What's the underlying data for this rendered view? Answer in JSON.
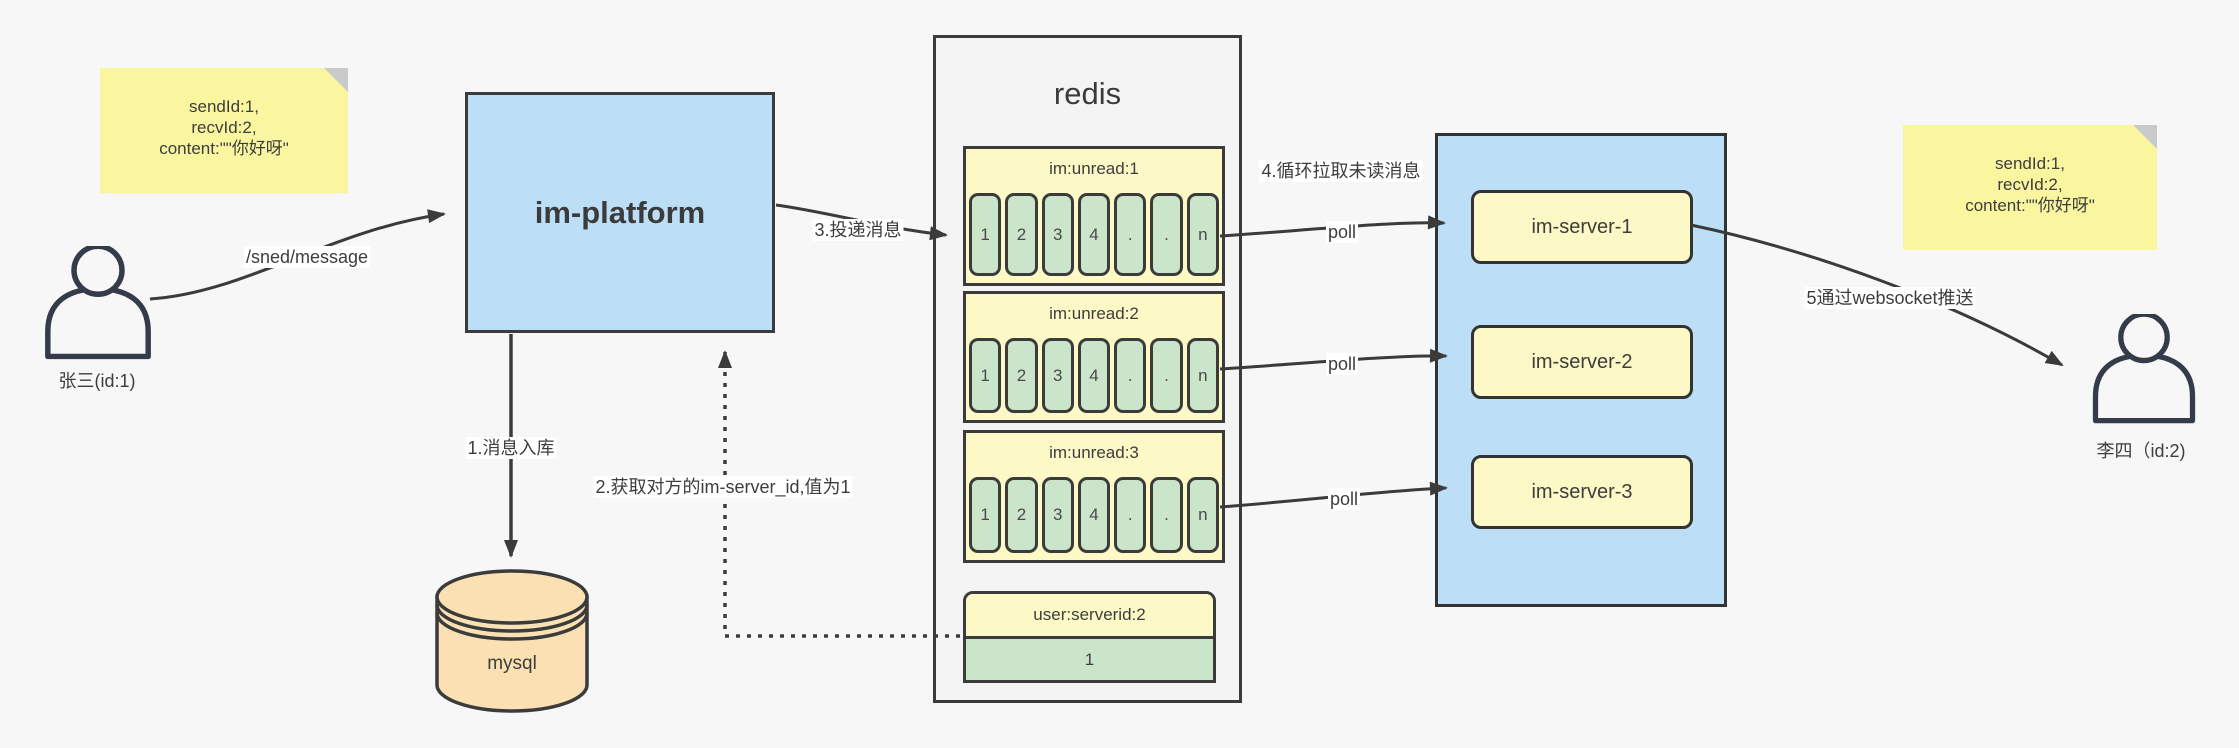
{
  "notes": {
    "left": {
      "line1": "sendId:1,",
      "line2": "recvId:2,",
      "line3": "content:\"\"你好呀\""
    },
    "right": {
      "line1": "sendId:1,",
      "line2": "recvId:2,",
      "line3": "content:\"\"你好呀\""
    }
  },
  "actors": {
    "sender": {
      "label": "张三(id:1)"
    },
    "receiver": {
      "label": "李四（id:2)"
    }
  },
  "platform": {
    "label": "im-platform"
  },
  "database": {
    "label": "mysql"
  },
  "redis": {
    "title": "redis",
    "queues": [
      {
        "name": "im:unread:1",
        "cells": [
          "1",
          "2",
          "3",
          "4",
          ".",
          ".",
          "n"
        ]
      },
      {
        "name": "im:unread:2",
        "cells": [
          "1",
          "2",
          "3",
          "4",
          ".",
          ".",
          "n"
        ]
      },
      {
        "name": "im:unread:3",
        "cells": [
          "1",
          "2",
          "3",
          "4",
          ".",
          ".",
          "n"
        ]
      }
    ],
    "kv": {
      "key": "user:serverid:2",
      "value": "1"
    }
  },
  "servers": {
    "items": [
      {
        "label": "im-server-1"
      },
      {
        "label": "im-server-2"
      },
      {
        "label": "im-server-3"
      }
    ]
  },
  "edges": {
    "send": "/sned/message",
    "step1": "1.消息入库",
    "step2": "2.获取对方的im-server_id,值为1",
    "step3": "3.投递消息",
    "step4": "4.循环拉取未读消息",
    "poll": "poll",
    "step5": "5通过websocket推送"
  },
  "colors": {
    "stroke": "#3b3b3b",
    "box_blue": "#bddef7",
    "note_yellow": "#faf6a0",
    "panel_yellow": "#fcf9c6",
    "cell_green": "#cbe5ca",
    "db_orange": "#fae0b2",
    "redis_fill": "#f4f4f5",
    "fold_gray": "#c9c9c9",
    "background": "#f7f7f7"
  }
}
